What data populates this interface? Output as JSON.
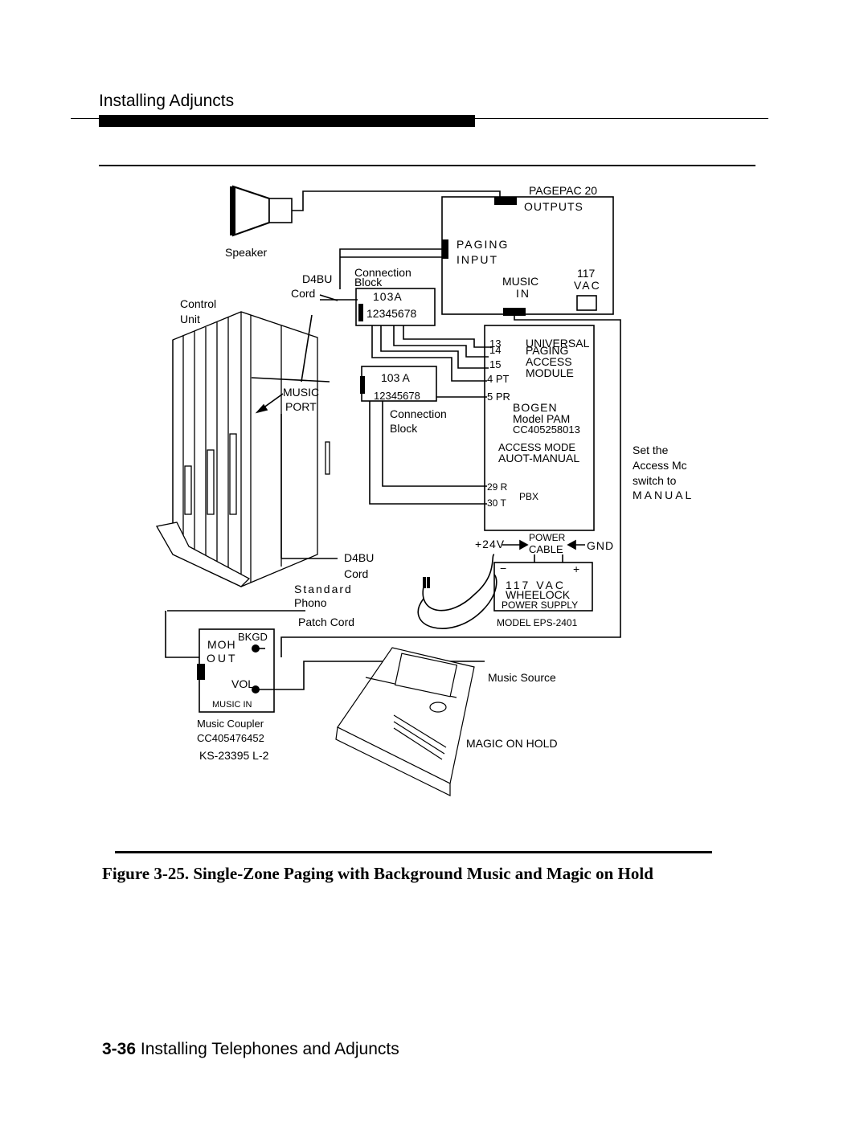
{
  "header": {
    "title": "Installing Adjuncts"
  },
  "figure": {
    "caption": "Figure 3-25. Single-Zone Paging with Background Music and Magic on Hold",
    "labels": {
      "pagepac": "PAGEPAC  20",
      "outputs": "OUTPUTS",
      "paging": "PAGING",
      "input": "INPUT",
      "music": "MUSIC",
      "in": "IN",
      "vac117": "117",
      "vac": "VAC",
      "speaker": "Speaker",
      "d4bu_top": "D4BU",
      "cord_top": "Cord",
      "connection_top": "Connection",
      "block_top": "Block",
      "block103a_top": "103A",
      "digits_top": "12345678",
      "control": "Control",
      "unit": "Unit",
      "block103a_mid": "103  A",
      "digits_mid": "12345678",
      "connection_mid": "Connection",
      "block_mid": "Block",
      "music_port_1": "MUSIC",
      "music_port_2": "PORT",
      "n13": "13",
      "universal": "UNIVERSAL",
      "n14": "14",
      "paging2": "PAGING",
      "n15": "15",
      "access": "ACCESS",
      "pt4": "4 PT",
      "module": "MODULE",
      "pr5": "5 PR",
      "bogen": "BOGEN",
      "model_pam": "Model  PAM",
      "cc_bogen": "CC405258013",
      "access_mode": "ACCESS  MODE",
      "auot_manual": "AUOT-MANUAL",
      "r29": "29 R",
      "t30": "30 T",
      "pbx": "PBX",
      "set_1": "Set  the",
      "set_2": "Access  Mc",
      "set_3": "switch  to",
      "set_4": "MANUAL",
      "v24": "+24V",
      "power": "POWER",
      "cable": "CABLE",
      "gnd": "GND",
      "minus": "−",
      "plus": "+",
      "vac117b": "117  VAC",
      "wheelock": "WHEELOCK",
      "power_supply": "POWER  SUPPLY",
      "model_eps": "MODEL  EPS-2401",
      "d4bu_low": "D4BU",
      "cord_low": "Cord",
      "standard": "Standard",
      "phono": "Phono",
      "patch_cord": "Patch  Cord",
      "bkgd": "BKGD",
      "moh": "MOH",
      "out": "OUT",
      "vol": "VOL",
      "music_in": "MUSIC IN",
      "music_coupler": "Music   Coupler",
      "cc_coupler": "CC405476452",
      "ks": "KS-23395 L-2",
      "music_source": "Music   Source",
      "magic_on_hold": "MAGIC  ON  HOLD"
    }
  },
  "footer": {
    "page_number": "3-36",
    "text": "Installing  Telephones  and  Adjuncts"
  }
}
